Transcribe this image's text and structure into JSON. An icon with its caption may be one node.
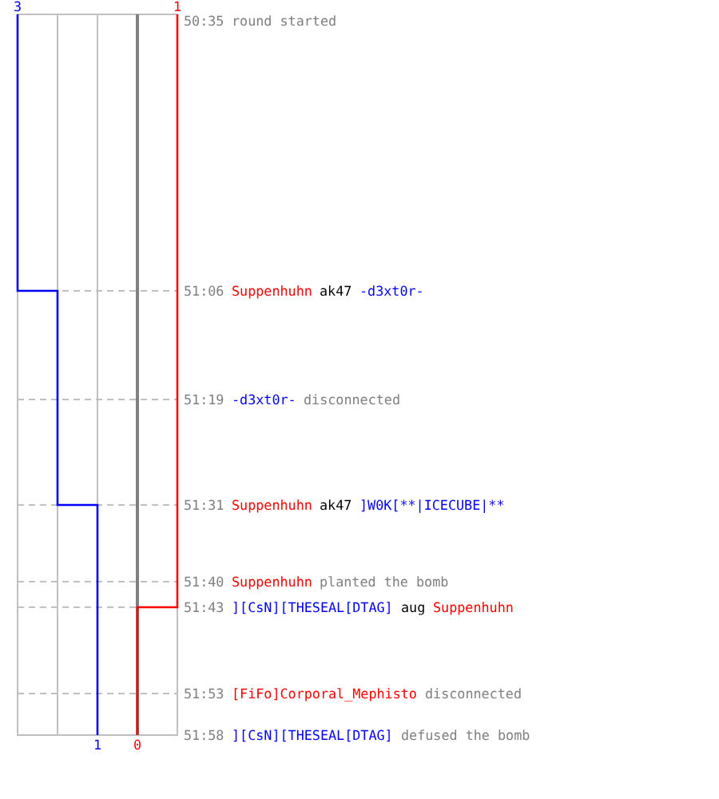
{
  "diagram": {
    "labels": [
      "3",
      "1",
      "50:35",
      "round started",
      "51:06",
      "Suppenhuhn",
      "ak47",
      "-d3xt0r-",
      "51:19",
      "-d3xt0r-",
      "disconnected",
      "51:31",
      "Suppenhuhn",
      "ak47",
      "]W0K[**|ICECUBE|**",
      "51:40",
      "Suppenhuhn",
      "planted the bomb",
      "51:43",
      "][CsN][THESEAL[DTAG]",
      "aug",
      "Suppenhuhn",
      "51:53",
      "[FiFo]Corporal_Mephisto",
      "disconnected",
      "51:58",
      "][CsN][THESEAL[DTAG]",
      "defused the bomb",
      "1",
      "0"
    ]
  }
}
